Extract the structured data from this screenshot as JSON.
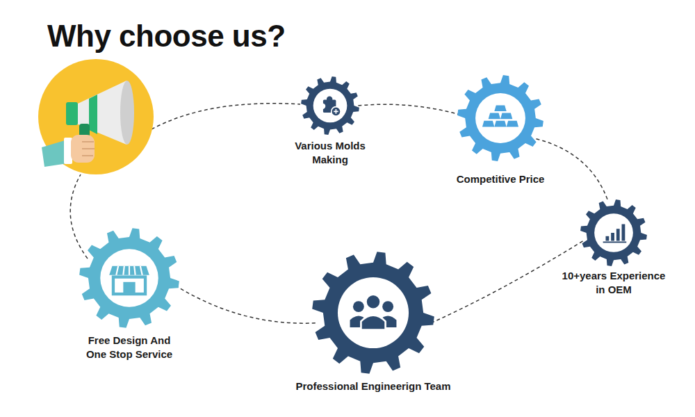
{
  "diagram": {
    "title": "Why choose us?",
    "nodes": [
      {
        "text": [
          "Various Molds Making"
        ]
      },
      {
        "text": [
          "Competitive Price"
        ]
      },
      {
        "text": [
          "10+years Experience in OEM"
        ]
      },
      {
        "text": [
          "Free Design And One Stop Service"
        ]
      },
      {
        "text": [
          "Professional Engineerign Team"
        ]
      }
    ],
    "edges": [
      {
        "from": 0,
        "to": 1,
        "arrow": "none"
      },
      {
        "from": 1,
        "to": 2,
        "arrow": "none"
      },
      {
        "from": 2,
        "to": 4,
        "arrow": "none"
      },
      {
        "from": 4,
        "to": 3,
        "arrow": "none"
      }
    ]
  }
}
